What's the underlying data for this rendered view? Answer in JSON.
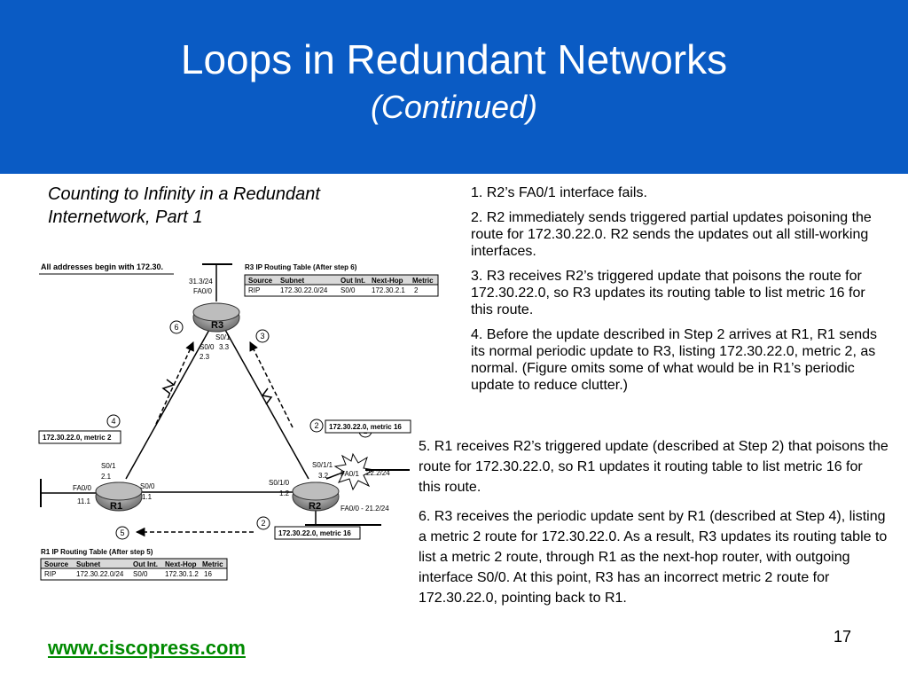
{
  "header": {
    "title": "Loops in Redundant Networks",
    "subtitle": "(Continued)"
  },
  "caption": "Counting to Infinity in a Redundant Internetwork, Part 1",
  "steps": [
    "1. R2’s FA0/1 interface fails.",
    "2. R2 immediately sends triggered partial updates poisoning the route for 172.30.22.0. R2 sends the updates out all still-working interfaces.",
    "3. R3 receives R2’s triggered update that poisons the route for 172.30.22.0, so R3 updates its routing table to list metric 16 for this route.",
    "4. Before the update described in Step 2 arrives at R1, R1 sends its normal periodic update to R3, listing 172.30.22.0, metric 2, as normal. (Figure omits some of what would be in R1’s periodic update to reduce clutter.)",
    "5. R1 receives R2’s triggered update (described at Step 2) that poisons the route for 172.30.22.0, so R1 updates it routing table to list metric 16 for this route.",
    "6. R3 receives the periodic update sent by R1 (described at Step 4), listing a metric 2 route for 172.30.22.0. As a result, R3 updates its routing table to list a metric 2 route, through R1 as the next-hop router, with outgoing interface S0/0. At this point, R3 has an incorrect metric 2 route for 172.30.22.0, pointing back to R1."
  ],
  "footer": {
    "link": "www.ciscopress.com",
    "page": "17"
  },
  "diagram": {
    "note": "All addresses begin with 172.30.",
    "routers": {
      "r1": "R1",
      "r2": "R2",
      "r3": "R3"
    },
    "labels": {
      "r3_fa": "FA0/0",
      "r3_fa_addr": "31.3/24",
      "r3_s01": "S0/1",
      "r3_s01_addr": "3.3",
      "r3_s00": "S0/0",
      "r3_s00_addr": "2.3",
      "r1_s01": "S0/1",
      "r1_s01_addr": "2.1",
      "r1_fa": "FA0/0",
      "r1_fa_addr": "11.1",
      "r1_s00": "S0/0",
      "r1_s00_addr": "1.1",
      "r2_s010": "S0/1/0",
      "r2_s010_addr": "1.2",
      "r2_s011": "S0/1/1",
      "r2_s011_addr": "3.2",
      "r2_fa01": "FA0/1",
      "r2_fa01_addr": "22.2/24",
      "r2_fa00": "FA0/0 - 21.2/24"
    },
    "callouts": {
      "c1": "1",
      "c2a": "2",
      "c2b": "2",
      "c3": "3",
      "c4": "4",
      "c5": "5",
      "c6": "6",
      "update_r2_r3": "172.30.22.0, metric 16",
      "update_r2_r1": "172.30.22.0, metric 16",
      "update_r1_r3": "172.30.22.0, metric 2"
    },
    "r3_table": {
      "title": "R3 IP Routing Table (After step 6)",
      "headers": [
        "Source",
        "Subnet",
        "Out Int.",
        "Next-Hop",
        "Metric"
      ],
      "row": [
        "RIP",
        "172.30.22.0/24",
        "S0/0",
        "172.30.2.1",
        "2"
      ]
    },
    "r1_table": {
      "title": "R1 IP Routing Table (After step 5)",
      "headers": [
        "Source",
        "Subnet",
        "Out Int.",
        "Next-Hop",
        "Metric"
      ],
      "row": [
        "RIP",
        "172.30.22.0/24",
        "S0/0",
        "172.30.1.2",
        "16"
      ]
    }
  }
}
